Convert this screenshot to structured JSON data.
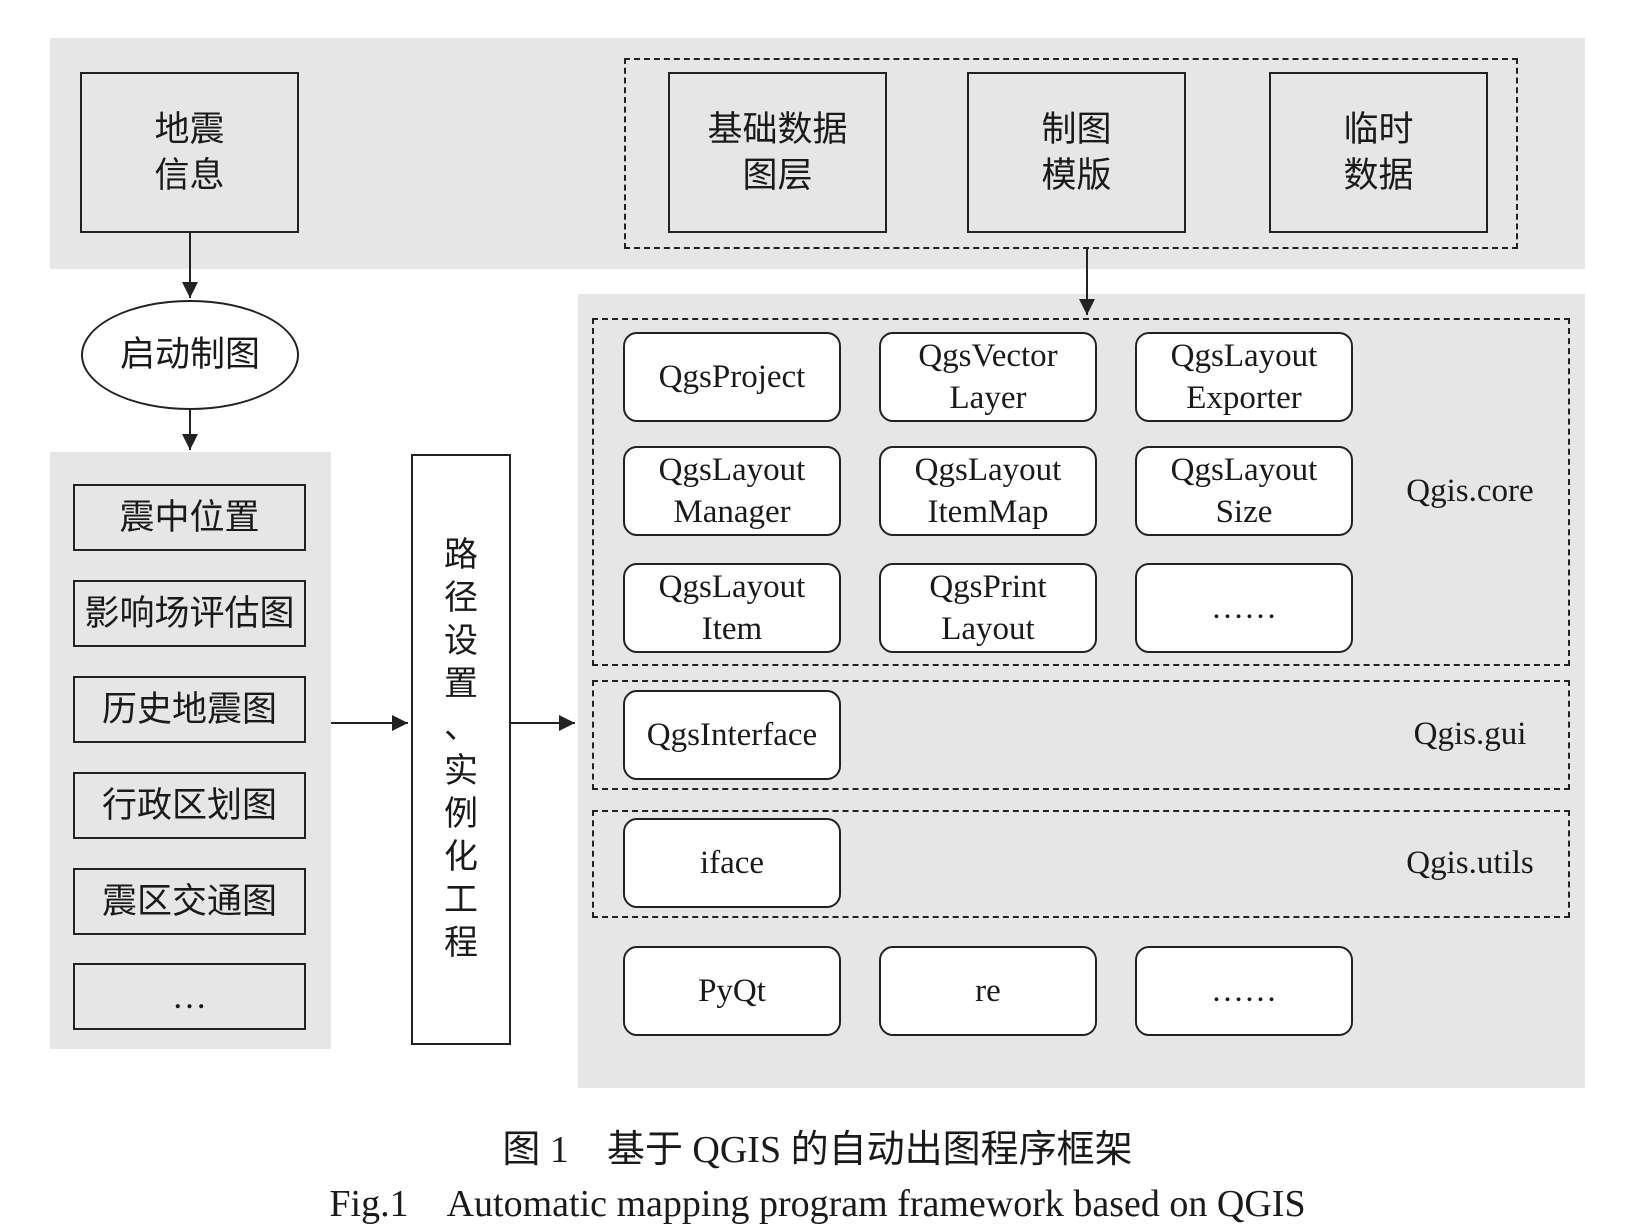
{
  "inputs": {
    "seismic_info": [
      "地震",
      "信息"
    ]
  },
  "resources": {
    "base_layers": [
      "基础数据",
      "图层"
    ],
    "map_template": [
      "制图",
      "模版"
    ],
    "temp_data": [
      "临时",
      "数据"
    ]
  },
  "start_node": "启动制图",
  "map_types": [
    "震中位置",
    "影响场评估图",
    "历史地震图",
    "行政区划图",
    "震区交通图",
    "…"
  ],
  "process_box": [
    "路",
    "径",
    "设",
    "置",
    "、",
    "实",
    "例",
    "化",
    "工",
    "程"
  ],
  "modules": {
    "core": {
      "label": "Qgis.core",
      "classes": [
        [
          "QgsProject"
        ],
        [
          "QgsVector",
          "Layer"
        ],
        [
          "QgsLayout",
          "Exporter"
        ],
        [
          "QgsLayout",
          "Manager"
        ],
        [
          "QgsLayout",
          "ItemMap"
        ],
        [
          "QgsLayout",
          "Size"
        ],
        [
          "QgsLayout",
          "Item"
        ],
        [
          "QgsPrint",
          "Layout"
        ],
        [
          "……"
        ]
      ]
    },
    "gui": {
      "label": "Qgis.gui",
      "classes": [
        [
          "QgsInterface"
        ]
      ]
    },
    "utils": {
      "label": "Qgis.utils",
      "classes": [
        [
          "iface"
        ]
      ]
    },
    "libs": [
      [
        "PyQt"
      ],
      [
        "re"
      ],
      [
        "……"
      ]
    ]
  },
  "caption": {
    "zh": "图 1　基于 QGIS 的自动出图程序框架",
    "en": "Fig.1　Automatic mapping program framework based on QGIS"
  }
}
